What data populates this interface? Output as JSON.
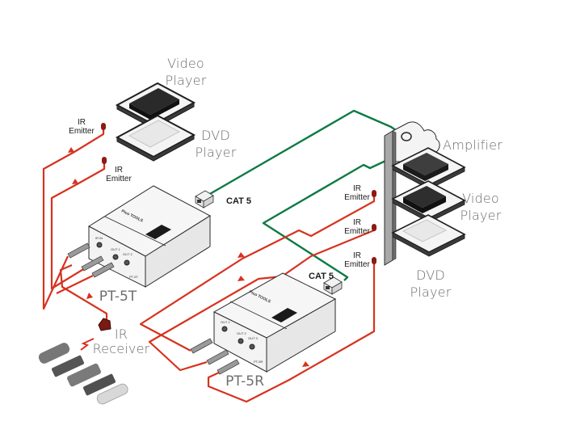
{
  "diagram": {
    "title": "PT-5T / PT-5R IR extension over CAT 5",
    "colors": {
      "ir_cable": "#d7321f",
      "cat5_cable": "#0e7a45",
      "device_body": "#f2f2f2",
      "outline": "#2a2a2a",
      "label_gray": "#6b6b6b"
    },
    "labels": {
      "video_player_top": [
        "Video",
        "Player"
      ],
      "dvd_player_top": [
        "DVD",
        "Player"
      ],
      "amplifier": "Amplifier",
      "video_player_rack": [
        "Video",
        "Player"
      ],
      "dvd_player_rack": [
        "DVD",
        "Player"
      ],
      "ir_receiver": [
        "IR",
        "Receiver"
      ],
      "pt5t": "PT-5T",
      "pt5r": "PT-5R",
      "cat5_top": "CAT 5",
      "cat5_bottom": "CAT 5",
      "ir_emitter": [
        "IR",
        "Emitter"
      ],
      "pt5t_ports": {
        "in": "IR IN",
        "out1": "OUT 1",
        "out2": "OUT 2",
        "model": "PT-5T"
      },
      "pt5r_ports": {
        "out1": "OUT 1",
        "out2": "OUT 2",
        "out3": "OUT 3",
        "model": "PT-5R"
      },
      "brand": "Pico TOOLS"
    },
    "emitters": [
      {
        "id": "emitter-1",
        "label": [
          "IR",
          "Emitter"
        ]
      },
      {
        "id": "emitter-2",
        "label": [
          "IR",
          "Emitter"
        ]
      },
      {
        "id": "emitter-3",
        "label": [
          "IR",
          "Emitter"
        ]
      },
      {
        "id": "emitter-4",
        "label": [
          "IR",
          "Emitter"
        ]
      },
      {
        "id": "emitter-5",
        "label": [
          "IR",
          "Emitter"
        ]
      }
    ],
    "remote_count": 5
  }
}
